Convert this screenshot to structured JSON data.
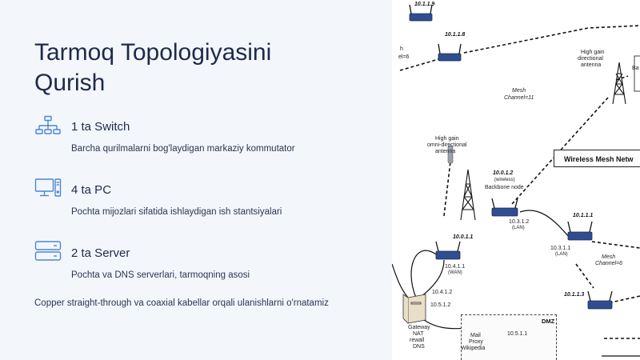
{
  "slide": {
    "title": "Tarmoq Topologiyasini Qurish",
    "items": [
      {
        "heading": "1 ta Switch",
        "description": "Barcha qurilmalarni bog'laydigan markaziy kommutator",
        "icon": "switch-icon"
      },
      {
        "heading": "4 ta PC",
        "description": "Pochta mijozlari sifatida ishlaydigan ish stantsiyalari",
        "icon": "pc-icon"
      },
      {
        "heading": "2 ta Server",
        "description": "Pochta va DNS serverlari, tarmoqning asosi",
        "icon": "server-icon"
      }
    ],
    "footer": "Copper straight-through va coaxial kabellar orqali ulanishlarni o'rnatamiz"
  },
  "diagram": {
    "title": "Wireless Mesh Netw",
    "nodes": {
      "n1": "10.1.1.9",
      "n2": "10.1.1.8",
      "n3": "10.0.1.2",
      "n3_sub": "(wireless)",
      "n3_role": "Backbone node",
      "n4": "10.1.1.1",
      "n5": "10.0.1.1",
      "n6": "10.1.1.3"
    },
    "labels": {
      "channel_left_1": "h",
      "channel_left_2": "el=6",
      "high_gain_directional_1": "High gain",
      "high_gain_directional_2": "directional",
      "high_gain_directional_3": "antenna",
      "ba": "Ba",
      "mesh_ch11_1": "Mesh",
      "mesh_ch11_2": "Channel=11",
      "omni_1": "High gain",
      "omni_2": "omni-directional",
      "omni_3": "antenna",
      "ip_1012": "10.3.1.2",
      "lan": "(LAN)",
      "ip_1031": "10.3.1.1",
      "lan2": "(LAN)",
      "mesh_ch6_1": "Mesh",
      "mesh_ch6_2": "Channel=6",
      "ip_1041": "10.4.1.1",
      "wan": "(WAN)",
      "ip_1042": "10.4.1.2",
      "ip_1051": "10.5.1.2",
      "gateway_1": "Gateway",
      "gateway_2": "NAT",
      "gateway_3": "rewall",
      "gateway_4": "DNS",
      "dmz": "DMZ",
      "mail_1": "Mail",
      "mail_2": "Proxy",
      "mail_3": "Wikipedia",
      "ip_1051b": "10.5.1.1"
    }
  }
}
